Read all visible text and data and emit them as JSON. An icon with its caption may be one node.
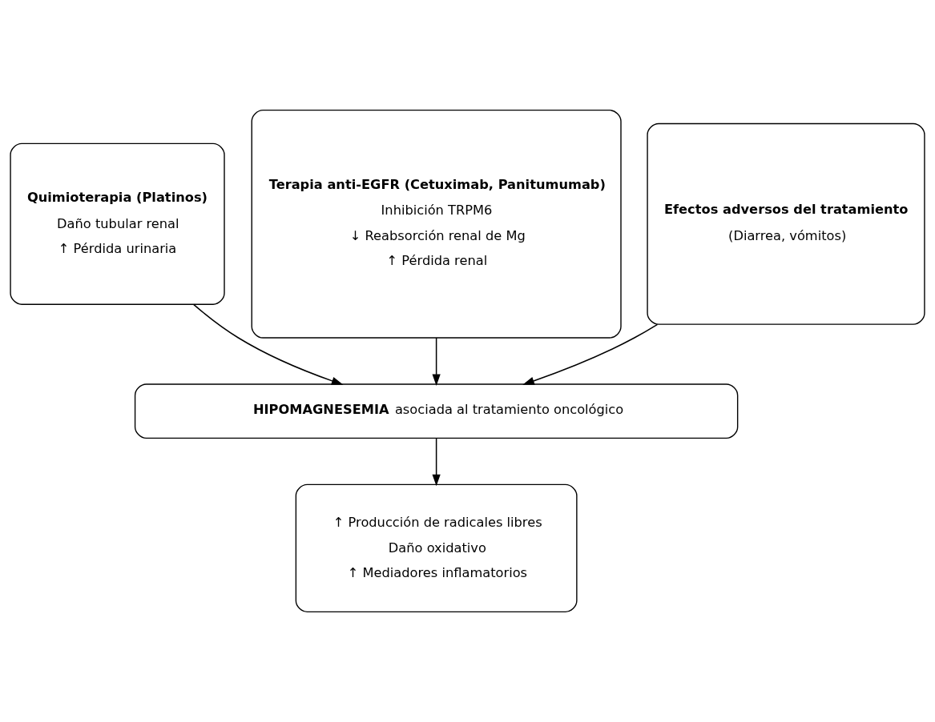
{
  "diagram": {
    "nodes": [
      {
        "text": [
          "Quimioterapia (Platinos)",
          "Daño tubular renal",
          "↑ Pérdida urinaria"
        ]
      },
      {
        "text": [
          "Terapia anti-EGFR (Cetuximab, Panitumumab)",
          "Inhibición TRPM6",
          "↓ Reabsorción renal de Mg",
          "↑ Pérdida renal"
        ]
      },
      {
        "text": [
          "Efectos adversos del tratamiento",
          "(Diarrea, vómitos)"
        ]
      },
      {
        "text": [
          "**HIPOMAGNESEMIA** asociada al tratamiento oncológico"
        ]
      },
      {
        "text": [
          "↑ Producción de radicales libres",
          "Daño oxidativo",
          "↑ Mediadores inflamatorios"
        ]
      }
    ],
    "edges": [
      {
        "from": 0,
        "to": 3,
        "arrow": "to"
      },
      {
        "from": 1,
        "to": 3,
        "arrow": "to"
      },
      {
        "from": 2,
        "to": 3,
        "arrow": "to"
      },
      {
        "from": 3,
        "to": 4,
        "arrow": "to"
      }
    ]
  }
}
